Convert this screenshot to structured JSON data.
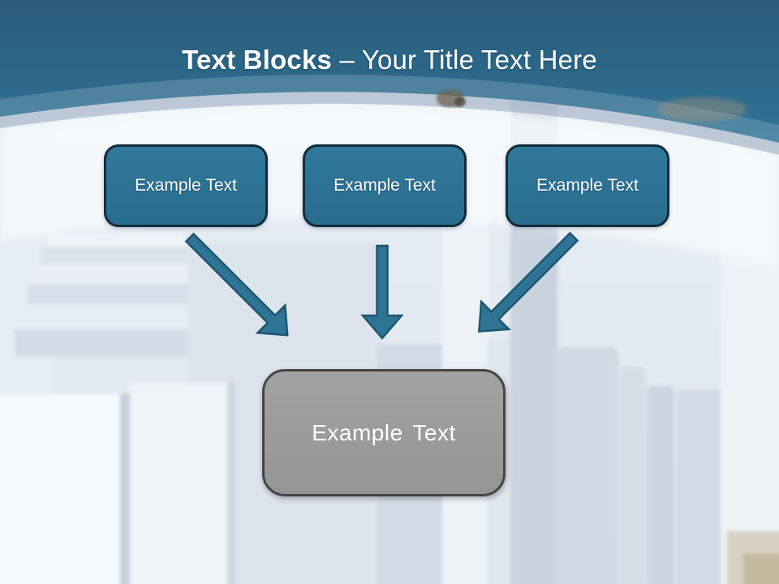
{
  "title": {
    "bold": "Text Blocks",
    "rest": " – Your Title Text Here"
  },
  "blocks": [
    {
      "label": "Example Text"
    },
    {
      "label": "Example Text"
    },
    {
      "label": "Example Text"
    }
  ],
  "result_block": {
    "label": "Example Text"
  },
  "theme": {
    "header_gradient_top": "#2a5b7a",
    "header_gradient_bottom": "#2f7496",
    "title_color": "#ffffff",
    "block_fill": "#2d7294",
    "block_border": "#142c3d",
    "arrow_fill": "#2e7494",
    "arrow_outline": "#1f566e",
    "result_fill": "#9c9c9c",
    "result_border": "#454545"
  }
}
